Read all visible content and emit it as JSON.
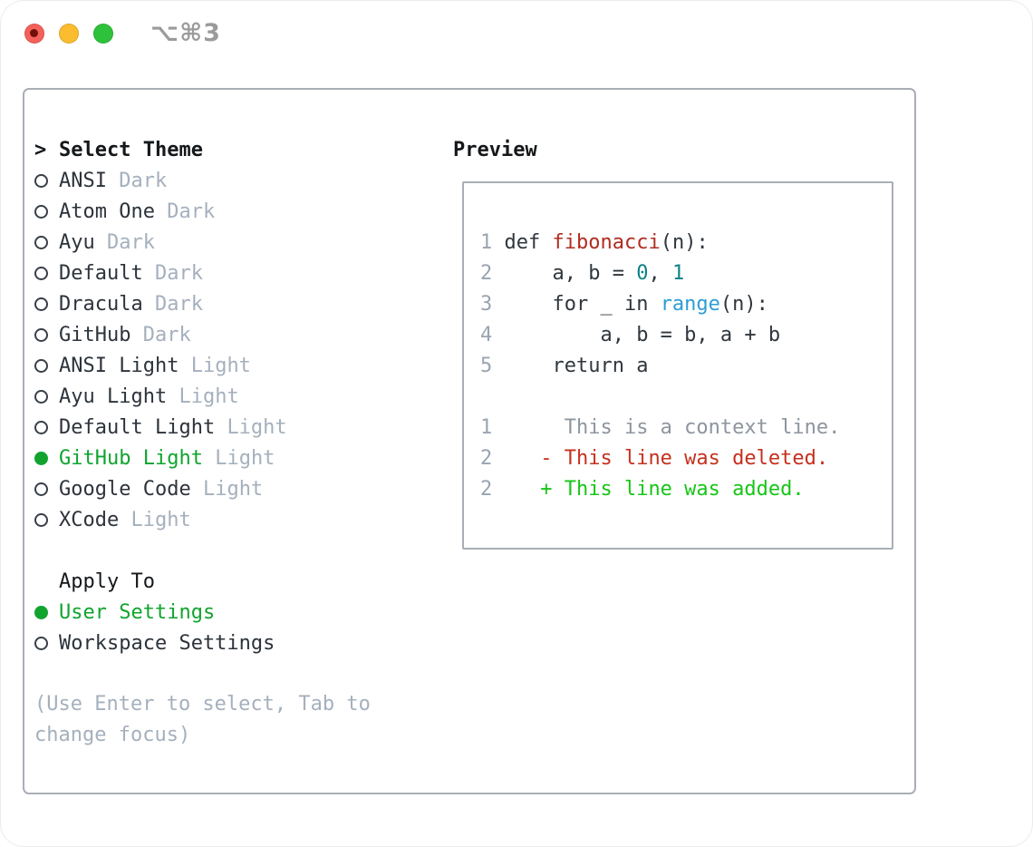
{
  "window": {
    "title_shortcut": "⌥⌘3",
    "traffic_lights": [
      "close-button",
      "minimize-button",
      "zoom-button"
    ]
  },
  "colors": {
    "accent_green": "#10a42e",
    "panel_border": "#a9aeb6",
    "item_text": "#2d333b",
    "tag_gray": "#a5b0bd",
    "code_text": "#2f363d",
    "func": "#b02c20",
    "number": "#0e8186",
    "builtin": "#2b9ed2",
    "context": "#8d959e",
    "deleted": "#c6301e",
    "added": "#17c517",
    "linenum": "#9aa4b1",
    "traffic_red": "#f4615a",
    "traffic_yellow": "#fbbc30",
    "traffic_green": "#2ec23c"
  },
  "theme_selector": {
    "header_prefix": ">",
    "header": "Select Theme",
    "items": [
      {
        "name": "ANSI",
        "tag": "Dark",
        "selected": false
      },
      {
        "name": "Atom One",
        "tag": "Dark",
        "selected": false
      },
      {
        "name": "Ayu",
        "tag": "Dark",
        "selected": false
      },
      {
        "name": "Default",
        "tag": "Dark",
        "selected": false
      },
      {
        "name": "Dracula",
        "tag": "Dark",
        "selected": false
      },
      {
        "name": "GitHub",
        "tag": "Dark",
        "selected": false
      },
      {
        "name": "ANSI Light",
        "tag": "Light",
        "selected": false
      },
      {
        "name": "Ayu Light",
        "tag": "Light",
        "selected": false
      },
      {
        "name": "Default Light",
        "tag": "Light",
        "selected": false
      },
      {
        "name": "GitHub Light",
        "tag": "Light",
        "selected": true
      },
      {
        "name": "Google Code",
        "tag": "Light",
        "selected": false
      },
      {
        "name": "XCode",
        "tag": "Light",
        "selected": false
      }
    ]
  },
  "apply_to": {
    "header": "Apply To",
    "options": [
      {
        "name": "User Settings",
        "selected": true
      },
      {
        "name": "Workspace Settings",
        "selected": false
      }
    ]
  },
  "hint_lines": [
    "(Use Enter to select, Tab to",
    "change focus)"
  ],
  "preview": {
    "header": "Preview",
    "code_lines": [
      {
        "num": "1",
        "tokens": [
          {
            "t": "def ",
            "c": "code_text"
          },
          {
            "t": "fibonacci",
            "c": "func"
          },
          {
            "t": "(n):",
            "c": "code_text"
          }
        ]
      },
      {
        "num": "2",
        "tokens": [
          {
            "t": "    a, b = ",
            "c": "code_text"
          },
          {
            "t": "0",
            "c": "number"
          },
          {
            "t": ", ",
            "c": "code_text"
          },
          {
            "t": "1",
            "c": "number"
          }
        ]
      },
      {
        "num": "3",
        "tokens": [
          {
            "t": "    for _ in ",
            "c": "code_text"
          },
          {
            "t": "range",
            "c": "builtin"
          },
          {
            "t": "(n):",
            "c": "code_text"
          }
        ]
      },
      {
        "num": "4",
        "tokens": [
          {
            "t": "        a, b = b, a + b",
            "c": "code_text"
          }
        ]
      },
      {
        "num": "5",
        "tokens": [
          {
            "t": "    return a",
            "c": "code_text"
          }
        ]
      },
      {
        "num": "",
        "tokens": []
      },
      {
        "num": "1",
        "tokens": [
          {
            "t": "     This is a context line.",
            "c": "context"
          }
        ]
      },
      {
        "num": "2",
        "tokens": [
          {
            "t": "   - This line was deleted.",
            "c": "deleted"
          }
        ]
      },
      {
        "num": "2",
        "tokens": [
          {
            "t": "   + This line was added.",
            "c": "added"
          }
        ]
      }
    ]
  }
}
